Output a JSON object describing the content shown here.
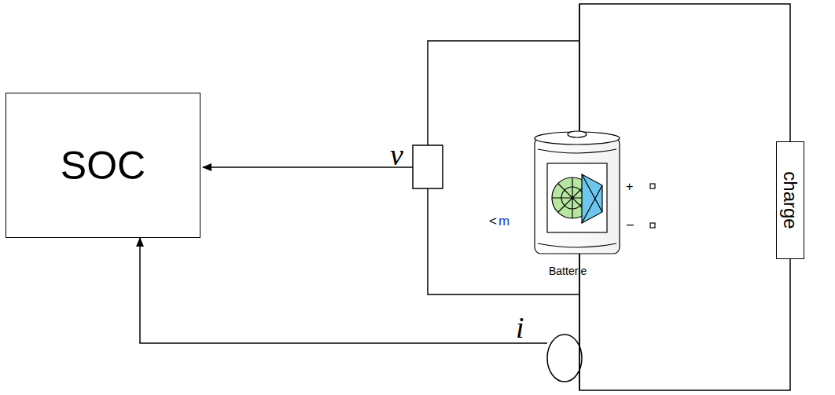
{
  "diagram": {
    "nodes": [
      {
        "text": [
          "SOC"
        ]
      },
      {
        "text": [
          "charge"
        ]
      }
    ],
    "labels": [
      "v",
      "i",
      "+",
      "–",
      "<",
      "m",
      "Batterie"
    ]
  }
}
